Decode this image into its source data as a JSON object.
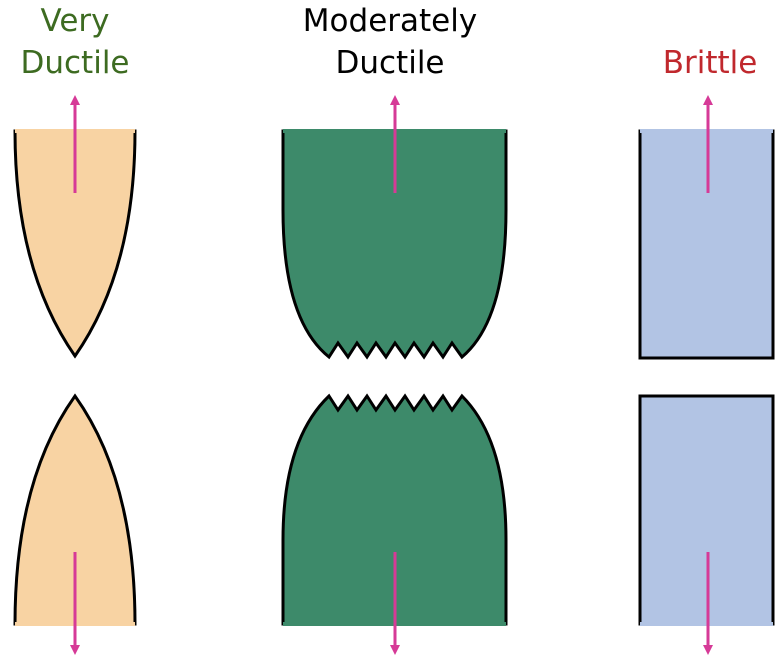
{
  "labels": {
    "very_ductile": {
      "line1": "Very",
      "line2": "Ductile",
      "color": "#3d6b21"
    },
    "moderately_ductile": {
      "line1": "Moderately",
      "line2": "Ductile",
      "color": "#000000"
    },
    "brittle": {
      "line1": "Brittle",
      "color": "#c0282d"
    }
  },
  "colors": {
    "very_ductile_fill": "#f8d3a3",
    "moderately_ductile_fill": "#3d8a6a",
    "brittle_fill": "#b2c4e4",
    "outline": "#000000",
    "arrow": "#d63a97"
  }
}
